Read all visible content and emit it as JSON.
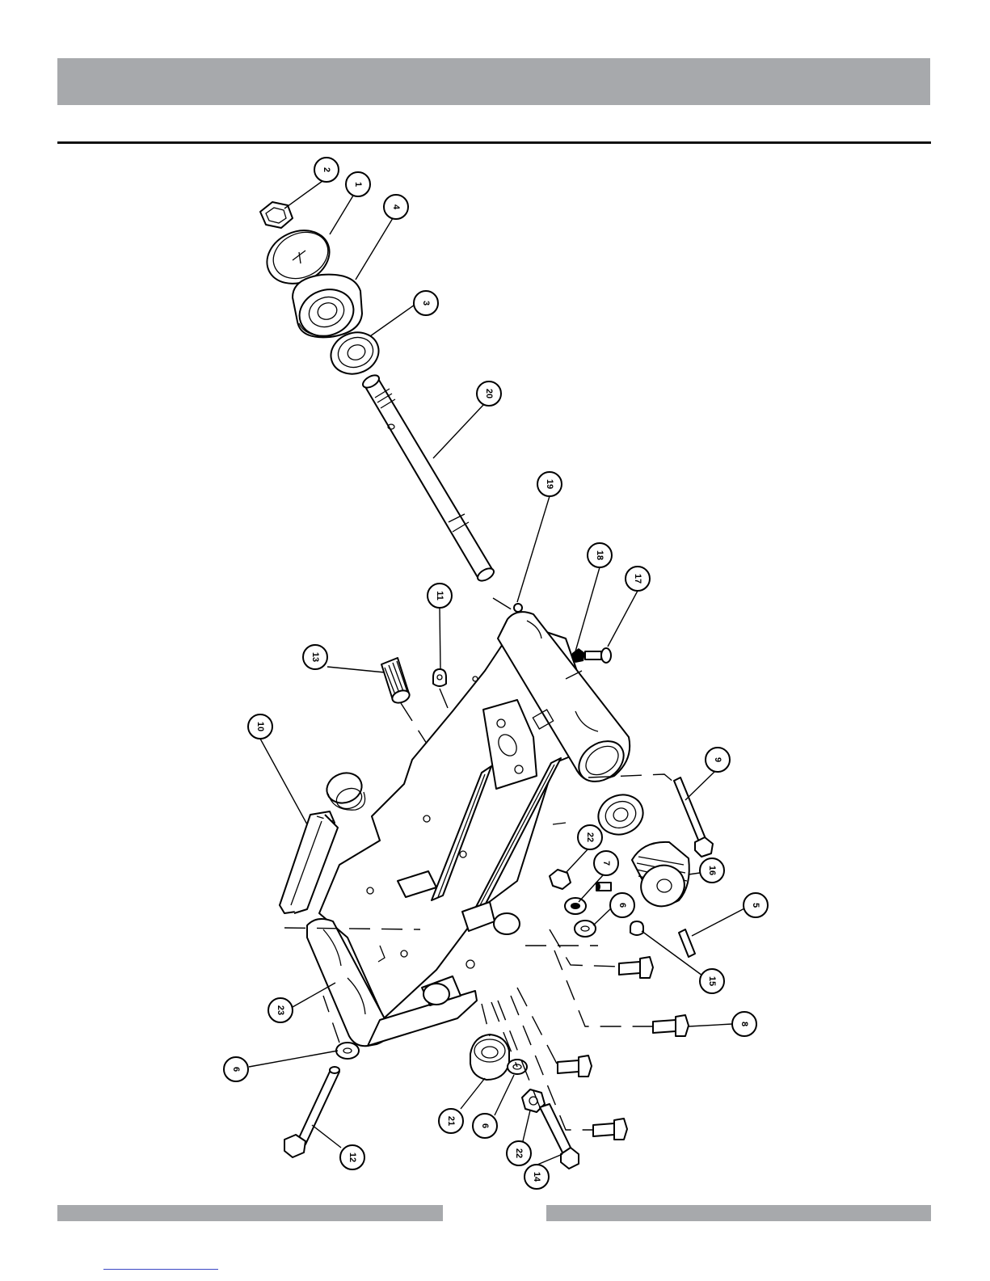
{
  "callouts": [
    {
      "label": "2"
    },
    {
      "label": "1"
    },
    {
      "label": "4"
    },
    {
      "label": "3"
    },
    {
      "label": "20"
    },
    {
      "label": "19"
    },
    {
      "label": "18"
    },
    {
      "label": "17"
    },
    {
      "label": "11"
    },
    {
      "label": "13"
    },
    {
      "label": "10"
    },
    {
      "label": "9"
    },
    {
      "label": "22"
    },
    {
      "label": "7"
    },
    {
      "label": "16"
    },
    {
      "label": "6"
    },
    {
      "label": "5"
    },
    {
      "label": "15"
    },
    {
      "label": "23"
    },
    {
      "label": "8"
    },
    {
      "label": "6"
    },
    {
      "label": "21"
    },
    {
      "label": "6"
    },
    {
      "label": "22"
    },
    {
      "label": "12"
    },
    {
      "label": "14"
    }
  ]
}
